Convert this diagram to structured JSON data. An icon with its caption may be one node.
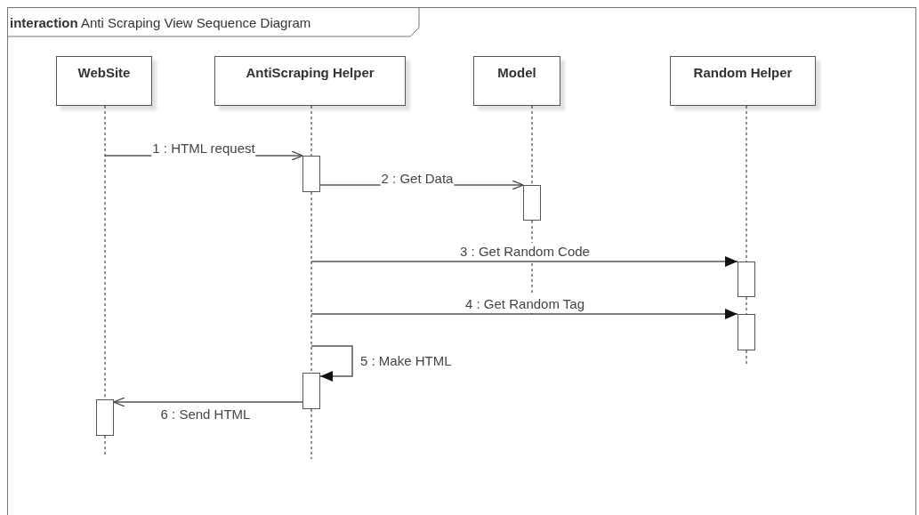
{
  "diagram": {
    "nodes": [
      {
        "text": [
          "**interaction** Anti Scraping View Sequence Diagram"
        ]
      },
      {
        "text": [
          "WebSite"
        ],
        "in": 0
      },
      {
        "text": [
          "AntiScraping Helper"
        ],
        "in": 0
      },
      {
        "text": [
          "Model"
        ],
        "in": 0
      },
      {
        "text": [
          "Random Helper"
        ],
        "in": 0
      },
      {
        "text": [],
        "shape": "bar",
        "in": 0
      },
      {
        "text": [],
        "shape": "bar",
        "in": 0
      },
      {
        "text": [],
        "shape": "bar",
        "in": 0
      },
      {
        "text": [],
        "shape": "bar",
        "in": 0
      },
      {
        "text": [],
        "shape": "bar",
        "in": 0
      },
      {
        "text": [],
        "shape": "bar",
        "in": 0
      }
    ],
    "edges": [
      {
        "from": null,
        "to": 5,
        "arrow": "to",
        "label": "1 : HTML request"
      },
      {
        "from": 5,
        "to": 6,
        "arrow": "to",
        "label": "2 : Get Data"
      },
      {
        "from": null,
        "to": 7,
        "arrow": "to",
        "label": "3 : Get Random Code"
      },
      {
        "from": null,
        "to": 8,
        "arrow": "to",
        "label": "4 : Get Random Tag"
      },
      {
        "from": null,
        "to": 9,
        "arrow": "to",
        "label": "5 : Make HTML"
      },
      {
        "from": 9,
        "to": 10,
        "arrow": "to",
        "label": "6 : Send HTML"
      },
      {
        "from": 1,
        "to": 10,
        "arrow": "none",
        "style": "dashed"
      },
      {
        "from": 10,
        "to": null,
        "arrow": "none",
        "style": "dashed"
      },
      {
        "from": 2,
        "to": 5,
        "arrow": "none",
        "style": "dashed"
      },
      {
        "from": 5,
        "to": 9,
        "arrow": "none",
        "style": "dashed"
      },
      {
        "from": 9,
        "to": null,
        "arrow": "none",
        "style": "dashed"
      },
      {
        "from": 3,
        "to": 6,
        "arrow": "none",
        "style": "dashed"
      },
      {
        "from": 6,
        "to": null,
        "arrow": "none",
        "style": "dashed"
      },
      {
        "from": 4,
        "to": 7,
        "arrow": "none",
        "style": "dashed"
      },
      {
        "from": 7,
        "to": 8,
        "arrow": "none",
        "style": "dashed"
      },
      {
        "from": 8,
        "to": null,
        "arrow": "none",
        "style": "dashed"
      }
    ]
  }
}
